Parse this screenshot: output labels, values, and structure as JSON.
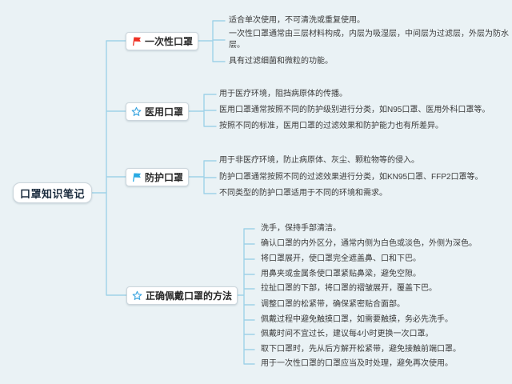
{
  "root": {
    "label": "口罩知识笔记"
  },
  "branches": [
    {
      "label": "一次性口罩",
      "icon": "red-flag",
      "leaves": [
        "适合单次使用，不可清洗或重复使用。",
        "一次性口罩通常由三层材料构成，内层为吸湿层，中间层为过滤层，外层为防水层。",
        "具有过滤细菌和微粒的功能。"
      ]
    },
    {
      "label": "医用口罩",
      "icon": "blue-star",
      "leaves": [
        "用于医疗环境，阻挡病原体的传播。",
        "医用口罩通常按照不同的防护级别进行分类，如N95口罩、医用外科口罩等。",
        "按照不同的标准，医用口罩的过滤效果和防护能力也有所差异。"
      ]
    },
    {
      "label": "防护口罩",
      "icon": "blue-flag",
      "leaves": [
        "用于非医疗环境，防止病原体、灰尘、颗粒物等的侵入。",
        "防护口罩通常按照不同的过滤效果进行分类，如KN95口罩、FFP2口罩等。",
        "不同类型的防护口罩适用于不同的环境和需求。"
      ]
    },
    {
      "label": "正确佩戴口罩的方法",
      "icon": "blue-star",
      "leaves": [
        "洗手，保持手部清洁。",
        "确认口罩的内外区分，通常内侧为白色或淡色，外侧为深色。",
        "将口罩展开，使口罩完全遮盖鼻、口和下巴。",
        "用鼻夹或金属条使口罩紧贴鼻梁，避免空隙。",
        "拉扯口罩的下部，将口罩的褶皱展开，覆盖下巴。",
        "调整口罩的松紧带，确保紧密贴合面部。",
        "佩戴过程中避免触摸口罩，如需要触摸，务必先洗手。",
        "佩戴时间不宜过长，建议每4小时更换一次口罩。",
        "取下口罩时，先从后方解开松紧带，避免接触前端口罩。",
        "用于一次性口罩的口罩应当及时处理，避免再次使用。"
      ]
    }
  ],
  "colors": {
    "background": "#eaf2f5",
    "connector": "#9fd2e8",
    "red_flag": "#ee3124",
    "blue_flag": "#29aae3",
    "star_stroke": "#3da6e0",
    "node_border": "#ccd6dc",
    "node_text": "#2a2a2a",
    "root_text": "#1c2d3f",
    "leaf_text": "#3a3a3a"
  }
}
